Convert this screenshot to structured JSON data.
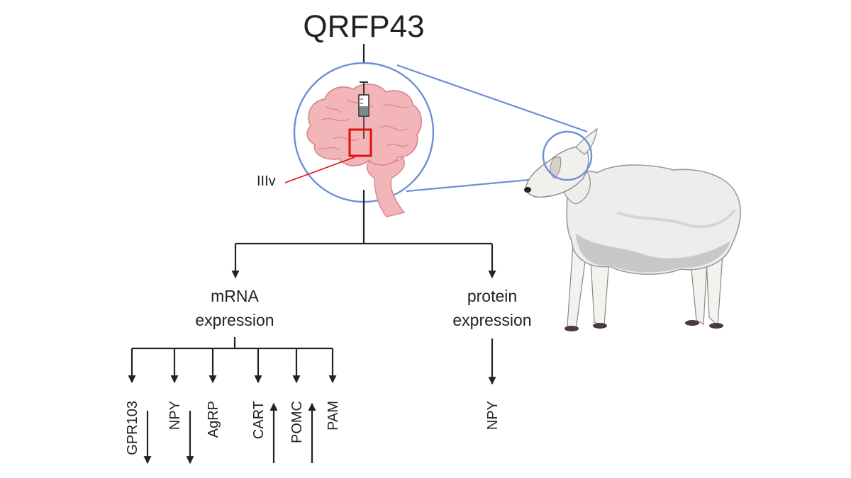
{
  "title": "QRFP43",
  "region_label": "IIIv",
  "branches": {
    "mrna": {
      "line1": "mRNA",
      "line2": "expression"
    },
    "protein": {
      "line1": "protein",
      "line2": "expression"
    }
  },
  "mrna_genes": [
    {
      "name": "GPR103",
      "change": "down"
    },
    {
      "name": "NPY",
      "change": "down"
    },
    {
      "name": "AgRP",
      "change": "none"
    },
    {
      "name": "CART",
      "change": "up"
    },
    {
      "name": "POMC",
      "change": "up"
    },
    {
      "name": "PAM",
      "change": "none"
    }
  ],
  "protein_genes": [
    {
      "name": "NPY",
      "change": "none"
    }
  ],
  "colors": {
    "brain": "#f2b5b8",
    "brain_outline": "#d98a8f",
    "highlight_box": "#e01010",
    "leader_line": "#e01010",
    "zoom_circle": "#6b8fd6",
    "sheep_body": "#ededed",
    "sheep_shadow": "#c8c8c8",
    "arrows": "#222222"
  },
  "icons": {
    "syringe": "syringe-icon",
    "brain": "brain-icon",
    "sheep": "sheep-icon"
  }
}
